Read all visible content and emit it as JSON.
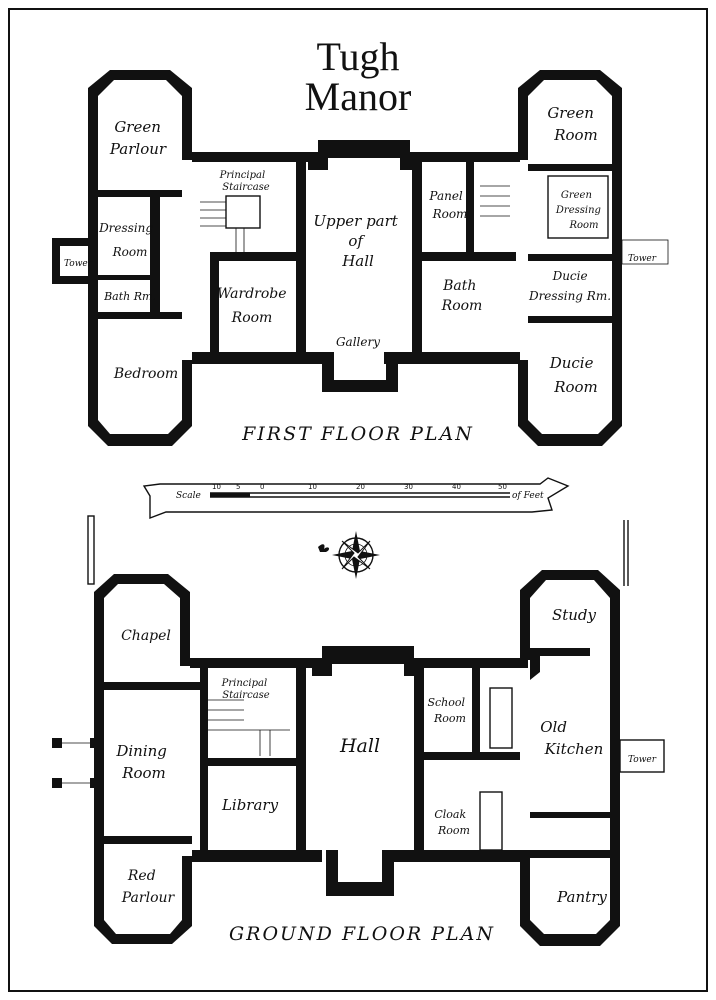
{
  "title": {
    "line1": "Tugh",
    "line2": "Manor"
  },
  "captions": {
    "first_floor": "FIRST  FLOOR  PLAN",
    "ground_floor": "GROUND  FLOOR  PLAN"
  },
  "first_floor_rooms": {
    "green_parlour": [
      "Green",
      "Parlour"
    ],
    "principal_staircase": [
      "Principal",
      "Staircase"
    ],
    "upper_hall": [
      "Upper part",
      "of",
      "Hall"
    ],
    "panel_room": [
      "Panel",
      "Room"
    ],
    "green_room": [
      "Green",
      "Room"
    ],
    "green_dressing_room": [
      "Green",
      "Dressing",
      "Room"
    ],
    "dressing_room": [
      "Dressing",
      "Room"
    ],
    "tower_left": "Tower",
    "tower_right": "Tower",
    "bath_room_left": "Bath Rm.",
    "wardrobe_room": [
      "Wardrobe",
      "Room"
    ],
    "bath_room_right": [
      "Bath",
      "Room"
    ],
    "ducie_dressing_room": [
      "Ducie",
      "Dressing Rm."
    ],
    "gallery": "Gallery",
    "bedroom": "Bedroom",
    "ducie_room": [
      "Ducie",
      "Room"
    ]
  },
  "scale": {
    "word_left": "Scale",
    "word_right": "of Feet",
    "ticks": [
      "10",
      "5",
      "0",
      "10",
      "20",
      "30",
      "40",
      "50"
    ]
  },
  "ground_floor_rooms": {
    "chapel": "Chapel",
    "study": "Study",
    "principal_staircase": [
      "Principal",
      "Staircase"
    ],
    "school_room": [
      "School",
      "Room"
    ],
    "dining_room": [
      "Dining",
      "Room"
    ],
    "hall": "Hall",
    "old_kitchen": [
      "Old",
      "Kitchen"
    ],
    "tower": "Tower",
    "library": "Library",
    "cloak_room": [
      "Cloak",
      "Room"
    ],
    "red_parlour": [
      "Red",
      "Parlour"
    ],
    "pantry": "Pantry"
  },
  "colors": {
    "ink": "#111111",
    "paper": "#ffffff"
  }
}
